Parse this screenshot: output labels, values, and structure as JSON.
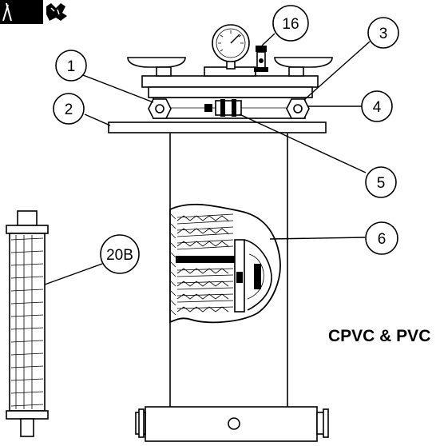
{
  "callouts": [
    {
      "id": "1",
      "label": "1"
    },
    {
      "id": "2",
      "label": "2"
    },
    {
      "id": "3",
      "label": "3"
    },
    {
      "id": "4",
      "label": "4"
    },
    {
      "id": "5",
      "label": "5"
    },
    {
      "id": "6",
      "label": "6"
    },
    {
      "id": "16",
      "label": "16"
    },
    {
      "id": "20B",
      "label": "20B"
    }
  ],
  "material_label": "CPVC & PVC",
  "colors": {
    "ink": "#000000",
    "paper": "#ffffff"
  }
}
